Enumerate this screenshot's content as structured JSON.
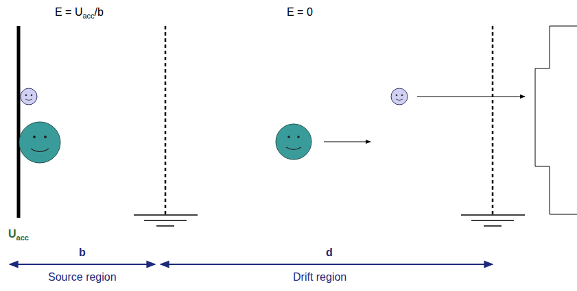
{
  "diagram": {
    "labels": [
      "E = U",
      "acc",
      "/b",
      "E = 0",
      "U",
      "acc",
      "b",
      "d",
      "Source region",
      "Drift region"
    ]
  }
}
